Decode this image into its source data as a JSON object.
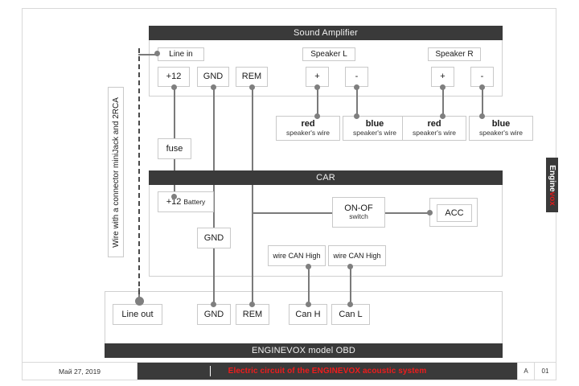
{
  "document": {
    "footer": {
      "date": "Май 27, 2019",
      "title": "Electric circuit of the ENGINEVOX acoustic system",
      "revision": "A",
      "page": "01"
    },
    "brand_tab": {
      "name_white": "Engine",
      "name_red": "vox"
    },
    "side_label": "Wire with a connector miniJack and 2RCA"
  },
  "amplifier": {
    "title": "Sound Amplifier",
    "line_in": "Line in",
    "power_terminals": [
      {
        "label": "+12"
      },
      {
        "label": "GND"
      },
      {
        "label": "REM"
      }
    ],
    "speakers": [
      {
        "label": "Speaker L",
        "terminals": [
          {
            "label": "+"
          },
          {
            "label": "-"
          }
        ],
        "wires": [
          {
            "color": "red",
            "desc": "speaker's wire"
          },
          {
            "color": "blue",
            "desc": "speaker's wire"
          }
        ]
      },
      {
        "label": "Speaker R",
        "terminals": [
          {
            "label": "+"
          },
          {
            "label": "-"
          }
        ],
        "wires": [
          {
            "color": "red",
            "desc": "speaker's wire"
          },
          {
            "color": "blue",
            "desc": "speaker's wire"
          }
        ]
      }
    ],
    "fuse": "fuse"
  },
  "car": {
    "title": "CAR",
    "battery_main": "+12",
    "battery_sub": "Battery",
    "ground": "GND",
    "switch_main": "ON-OF",
    "switch_sub": "switch",
    "acc": "ACC",
    "can_wires": [
      "wire CAN High",
      "wire CAN High"
    ]
  },
  "obd": {
    "title": "ENGINEVOX model OBD",
    "terminals": [
      {
        "label": "Line out"
      },
      {
        "label": "GND"
      },
      {
        "label": "REM"
      },
      {
        "label": "Can H"
      },
      {
        "label": "Can L"
      }
    ]
  },
  "colors": {
    "header_bar": "#3a3a3a",
    "wire": "#7a7a7a",
    "accent_red": "#ef1c1c",
    "box_border": "#c9c9c9"
  }
}
